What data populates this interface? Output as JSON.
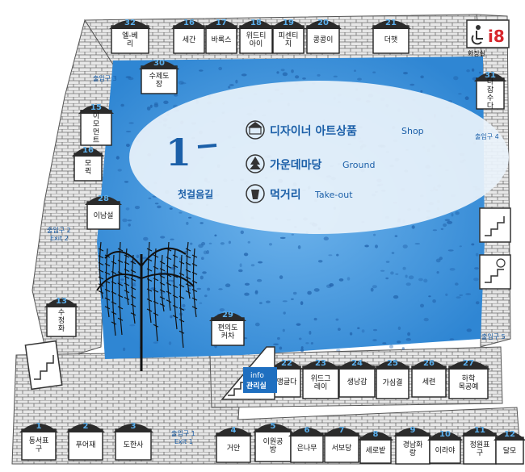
{
  "map": {
    "section_number": "1",
    "section_name": "첫걸음길",
    "legend": [
      {
        "icon": "shop-icon",
        "label_ko": "디자이너 아트상품",
        "label_en": "Shop"
      },
      {
        "icon": "tree-icon",
        "label_ko": "가운데마당",
        "label_en": "Ground"
      },
      {
        "icon": "cup-icon",
        "label_ko": "먹거리",
        "label_en": "Take-out"
      }
    ],
    "restroom_label": "화장실",
    "info_label": "info",
    "info_sub": "관리실",
    "shops": [
      {
        "num": "1",
        "name": "동서표구"
      },
      {
        "num": "2",
        "name": "푸어재"
      },
      {
        "num": "3",
        "name": "도한사"
      },
      {
        "num": "4",
        "name": "거안"
      },
      {
        "num": "5",
        "name": "이원공방"
      },
      {
        "num": "6",
        "name": "은나무"
      },
      {
        "num": "7",
        "name": "서보당"
      },
      {
        "num": "8",
        "name": "세로밭"
      },
      {
        "num": "9",
        "name": "경남화랑"
      },
      {
        "num": "10",
        "name": "이라야"
      },
      {
        "num": "11",
        "name": "정원표구"
      },
      {
        "num": "12",
        "name": "달모"
      },
      {
        "num": "13",
        "name": "수정화"
      },
      {
        "num": "15",
        "name": "이모먼트"
      },
      {
        "num": "16",
        "name": "모퀵"
      },
      {
        "num": "16",
        "name": "세간"
      },
      {
        "num": "17",
        "name": "바록스"
      },
      {
        "num": "18",
        "name": "위드티아이"
      },
      {
        "num": "19",
        "name": "피센티지"
      },
      {
        "num": "20",
        "name": "콩콩이"
      },
      {
        "num": "21",
        "name": "더햇"
      },
      {
        "num": "22",
        "name": "맹글다"
      },
      {
        "num": "23",
        "name": "위드그레이"
      },
      {
        "num": "24",
        "name": "생낭감"
      },
      {
        "num": "25",
        "name": "가심결"
      },
      {
        "num": "26",
        "name": "세련"
      },
      {
        "num": "27",
        "name": "하학 목공예"
      },
      {
        "num": "28",
        "name": "이남설"
      },
      {
        "num": "29",
        "name": "편의도커차"
      },
      {
        "num": "30",
        "name": "수제도장"
      },
      {
        "num": "31",
        "name": "다잡수다"
      },
      {
        "num": "32",
        "name": "엘-베리"
      }
    ],
    "exits": [
      {
        "label": "출입구 1",
        "en": "Exit 1"
      },
      {
        "label": "출입구 2",
        "en": "Exit 2"
      },
      {
        "label": "출입구 3",
        "en": ""
      },
      {
        "label": "출입구 4",
        "en": ""
      },
      {
        "label": "출입구 5",
        "en": ""
      }
    ]
  },
  "colors": {
    "water": "#3a8fd9",
    "water_dark": "#1f6fc0",
    "roof": "#2b2b2b",
    "brick": "#cfcfcf",
    "brick_line": "#6d6d6d",
    "accent_red": "#d7262c",
    "text_blue": "#1b5fa8"
  }
}
